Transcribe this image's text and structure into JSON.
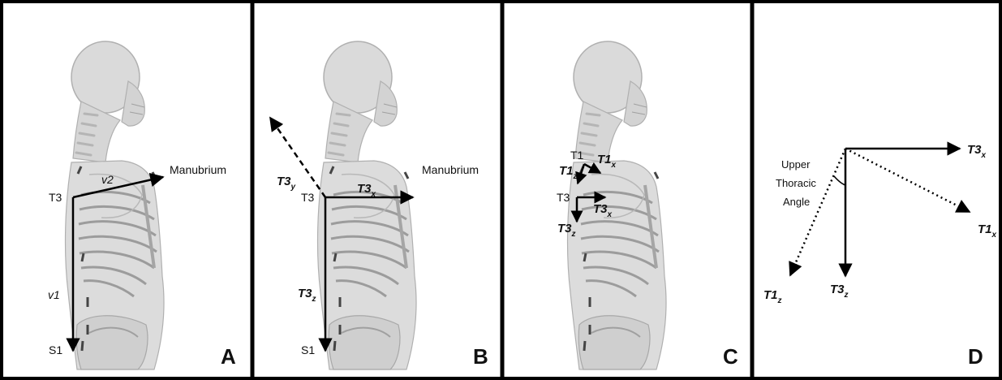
{
  "panels": [
    {
      "letter": "A"
    },
    {
      "letter": "B"
    },
    {
      "letter": "C"
    },
    {
      "letter": "D"
    }
  ],
  "labels": {
    "a_manubrium": "Manubrium",
    "a_t3": "T3",
    "a_s1": "S1",
    "a_v1": "v1",
    "a_v2": "v2",
    "b_manubrium": "Manubrium",
    "b_t3": "T3",
    "b_s1": "S1",
    "b_t3y_main": "T3",
    "b_t3y_sub": "y",
    "b_t3x_main": "T3",
    "b_t3x_sub": "x",
    "b_t3z_main": "T3",
    "b_t3z_sub": "z",
    "c_t1": "T1",
    "c_t3": "T3",
    "c_t1x_main": "T1",
    "c_t1x_sub": "x",
    "c_t1z_main": "T1",
    "c_t1z_sub": "z",
    "c_t3x_main": "T3",
    "c_t3x_sub": "x",
    "c_t3z_main": "T3",
    "c_t3z_sub": "z",
    "d_angle_line1": "Upper",
    "d_angle_line2": "Thoracic",
    "d_angle_line3": "Angle",
    "d_t3x_main": "T3",
    "d_t3x_sub": "x",
    "d_t1x_main": "T1",
    "d_t1x_sub": "x",
    "d_t1z_main": "T1",
    "d_t1z_sub": "z",
    "d_t3z_main": "T3",
    "d_t3z_sub": "z"
  },
  "colors": {
    "frame": "#000000",
    "arrow": "#000000",
    "body_fill": "#d9d9d9",
    "body_stroke": "#a8a8a8",
    "rib_stroke": "#9a9a9a",
    "marker": "#444444"
  }
}
